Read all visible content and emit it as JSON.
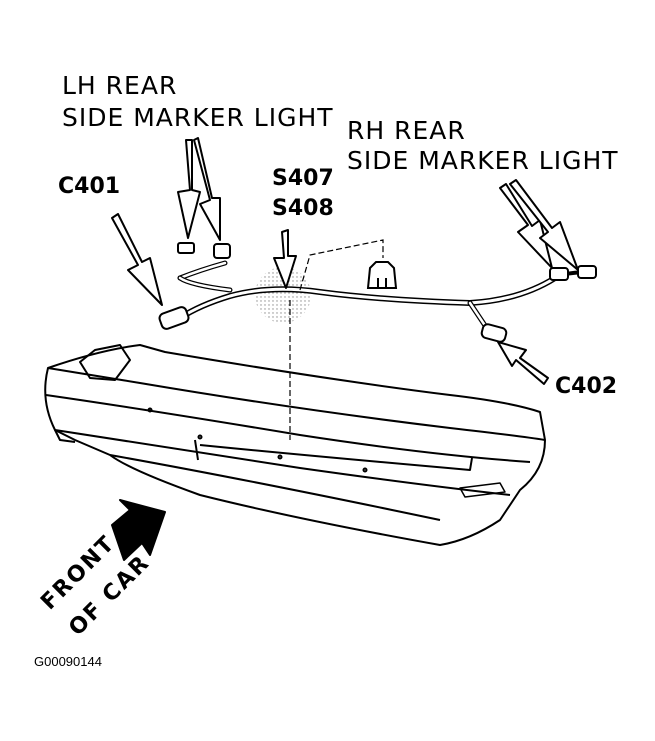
{
  "labels": {
    "lh_line1": "LH REAR",
    "lh_line2": "SIDE MARKER LIGHT",
    "rh_line1": "RH REAR",
    "rh_line2": "SIDE MARKER LIGHT",
    "c401": "C401",
    "s407": "S407",
    "s408": "S408",
    "c402": "C402",
    "front_line1": "FRONT",
    "front_line2": "OF CAR",
    "figure_id": "G00090144"
  },
  "colors": {
    "ink": "#000000",
    "paper": "#ffffff",
    "shade": "#cfcfcf"
  }
}
